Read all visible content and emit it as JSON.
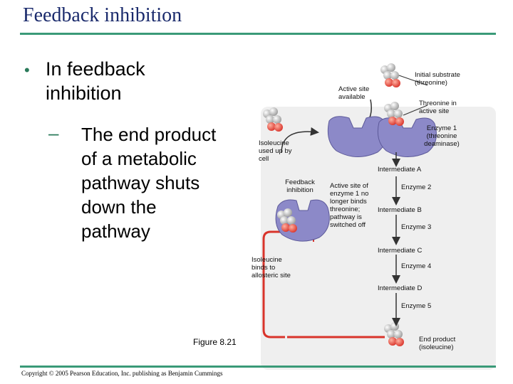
{
  "title": "Feedback inhibition",
  "bullet": "In feedback inhibition",
  "sub_bullet": "The end product of a metabolic pathway shuts down the pathway",
  "colors": {
    "title": "#1a2a6c",
    "rule": "#3a9a78",
    "enzyme": "#8c89c8",
    "inhibition_arrow": "#d9342b",
    "pathway_box": "#e8e8e8"
  },
  "diagram": {
    "labels": {
      "active_site_available": "Active site available",
      "initial_substrate": "Initial substrate (threonine)",
      "threonine_active_site": "Threonine in active site",
      "enzyme1": "Enzyme 1 (threonine deaminase)",
      "isoleucine_used": "Isoleucine used up by cell",
      "intermediate_a": "Intermediate A",
      "feedback_inhibition": "Feedback inhibition",
      "active_site_no_longer": "Active site of enzyme 1 no longer binds threonine; pathway is switched off",
      "enzyme2": "Enzyme 2",
      "intermediate_b": "Intermediate B",
      "enzyme3": "Enzyme 3",
      "intermediate_c": "Intermediate C",
      "isoleucine_binds": "Isoleucine binds to allosteric site",
      "enzyme4": "Enzyme 4",
      "intermediate_d": "Intermediate D",
      "enzyme5": "Enzyme 5",
      "end_product": "End product (isoleucine)"
    }
  },
  "figure_caption": "Figure 8.21",
  "copyright": "Copyright © 2005 Pearson Education, Inc. publishing as Benjamin Cummings"
}
